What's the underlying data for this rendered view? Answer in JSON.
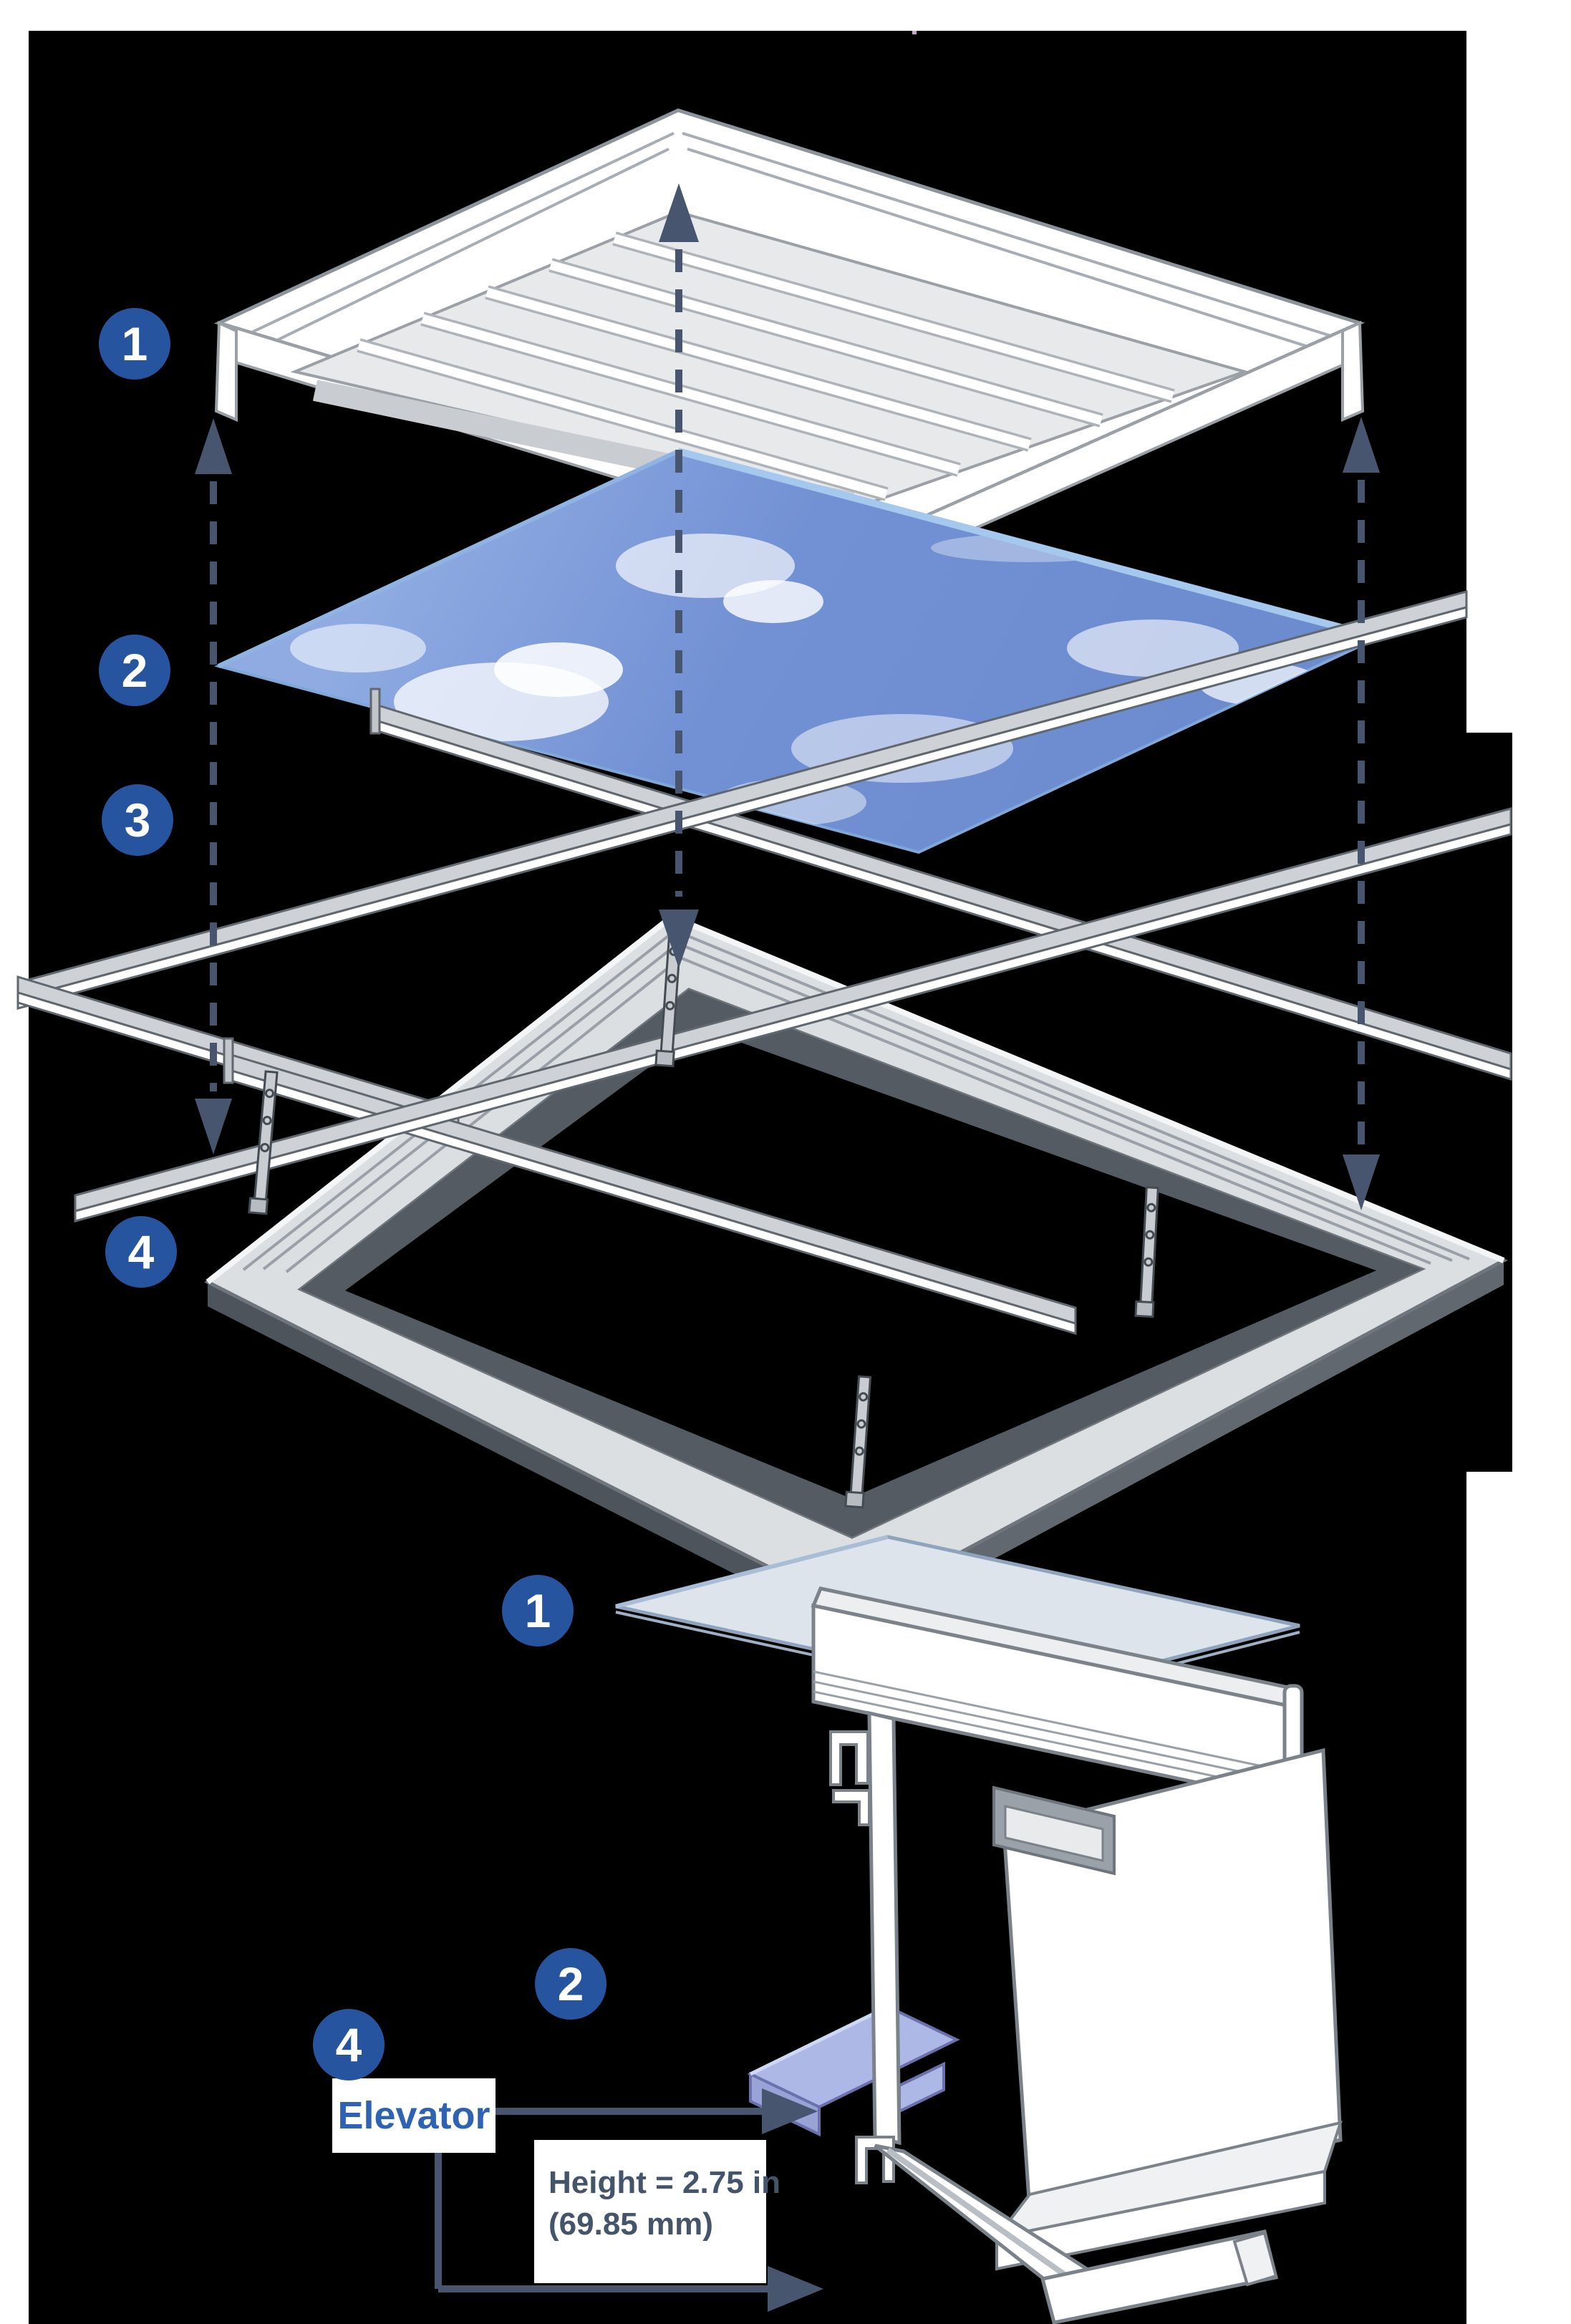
{
  "figure": {
    "kind": "exploded isometric ceiling assembly diagram with cross-section detail",
    "page_background": "#ffffff",
    "diagram_background": "#000000"
  },
  "colors": {
    "callout_circle": "#27549f",
    "callout_number": "#ffffff",
    "arrow_slate": "#47556e",
    "elevator_blue": "#2e62b2",
    "height_text": "#44546a",
    "sky_blue": "#7291d4",
    "sky_edge_highlight": "#a5c8ee",
    "panel_blue": "#aeb8e6",
    "outline_gray": "#6e757d",
    "fill_white": "#ffffff",
    "fill_light_gray": "#e7e9eb"
  },
  "top_diagram": {
    "callouts": [
      {
        "n": "1"
      },
      {
        "n": "2"
      },
      {
        "n": "3"
      },
      {
        "n": "4"
      }
    ]
  },
  "bottom_diagram": {
    "callouts": [
      {
        "n": "1"
      },
      {
        "n": "2"
      },
      {
        "n": "4"
      }
    ],
    "elevator_label": "Elevator",
    "height_line1": "Height = 2.75 in",
    "height_line2": "(69.85 mm)"
  }
}
